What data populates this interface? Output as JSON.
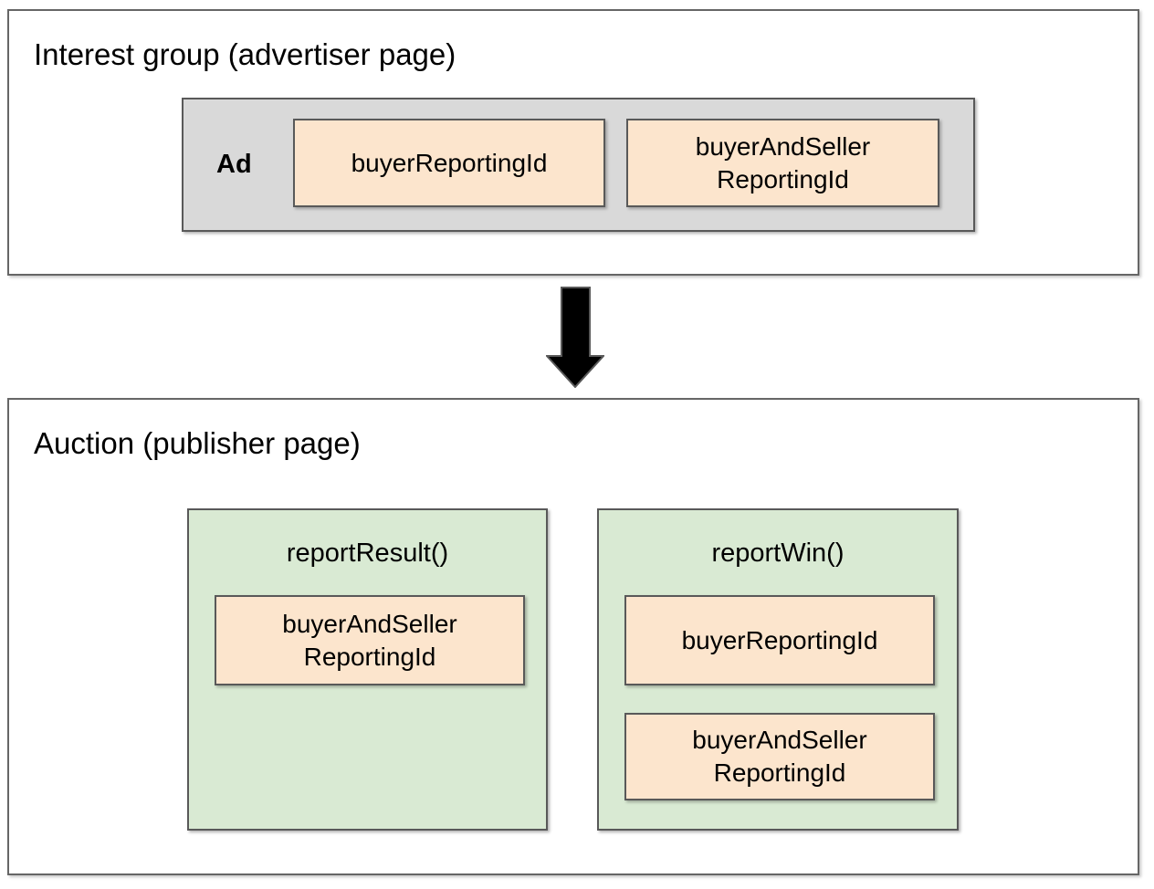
{
  "colors": {
    "background": "#ffffff",
    "panel_border": "#666666",
    "shape_border": "#595959",
    "ad_fill": "#d9d9d9",
    "field_fill": "#fce5cd",
    "function_fill": "#d9ead3",
    "arrow_fill": "#000000",
    "text": "#000000"
  },
  "interest_group": {
    "title": "Interest group (advertiser page)",
    "ad": {
      "label": "Ad",
      "fields": [
        "buyerReportingId",
        "buyerAndSeller\nReportingId"
      ]
    }
  },
  "auction": {
    "title": "Auction (publisher page)",
    "functions": [
      {
        "name": "reportResult()",
        "fields": [
          "buyerAndSeller\nReportingId"
        ]
      },
      {
        "name": "reportWin()",
        "fields": [
          "buyerReportingId",
          "buyerAndSeller\nReportingId"
        ]
      }
    ]
  }
}
